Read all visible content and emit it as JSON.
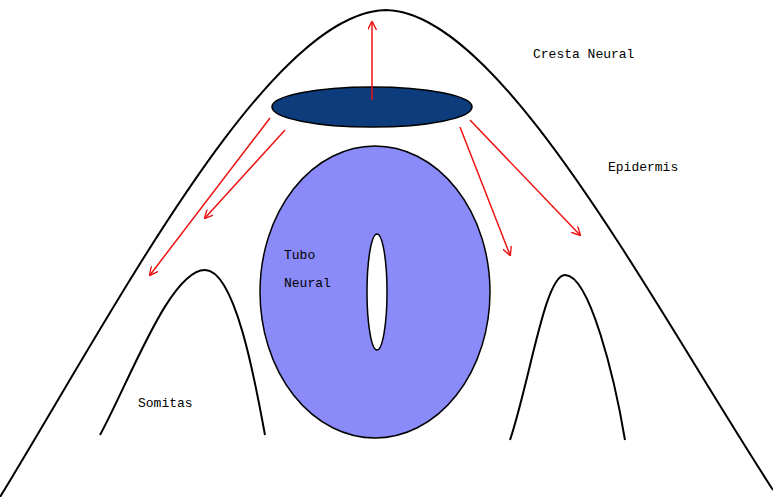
{
  "diagram": {
    "nodes": [
      {
        "text": [
          "Tubo Neural"
        ]
      }
    ],
    "labels": [
      "Cresta Neural",
      "Epidermis",
      "Somitas"
    ]
  }
}
